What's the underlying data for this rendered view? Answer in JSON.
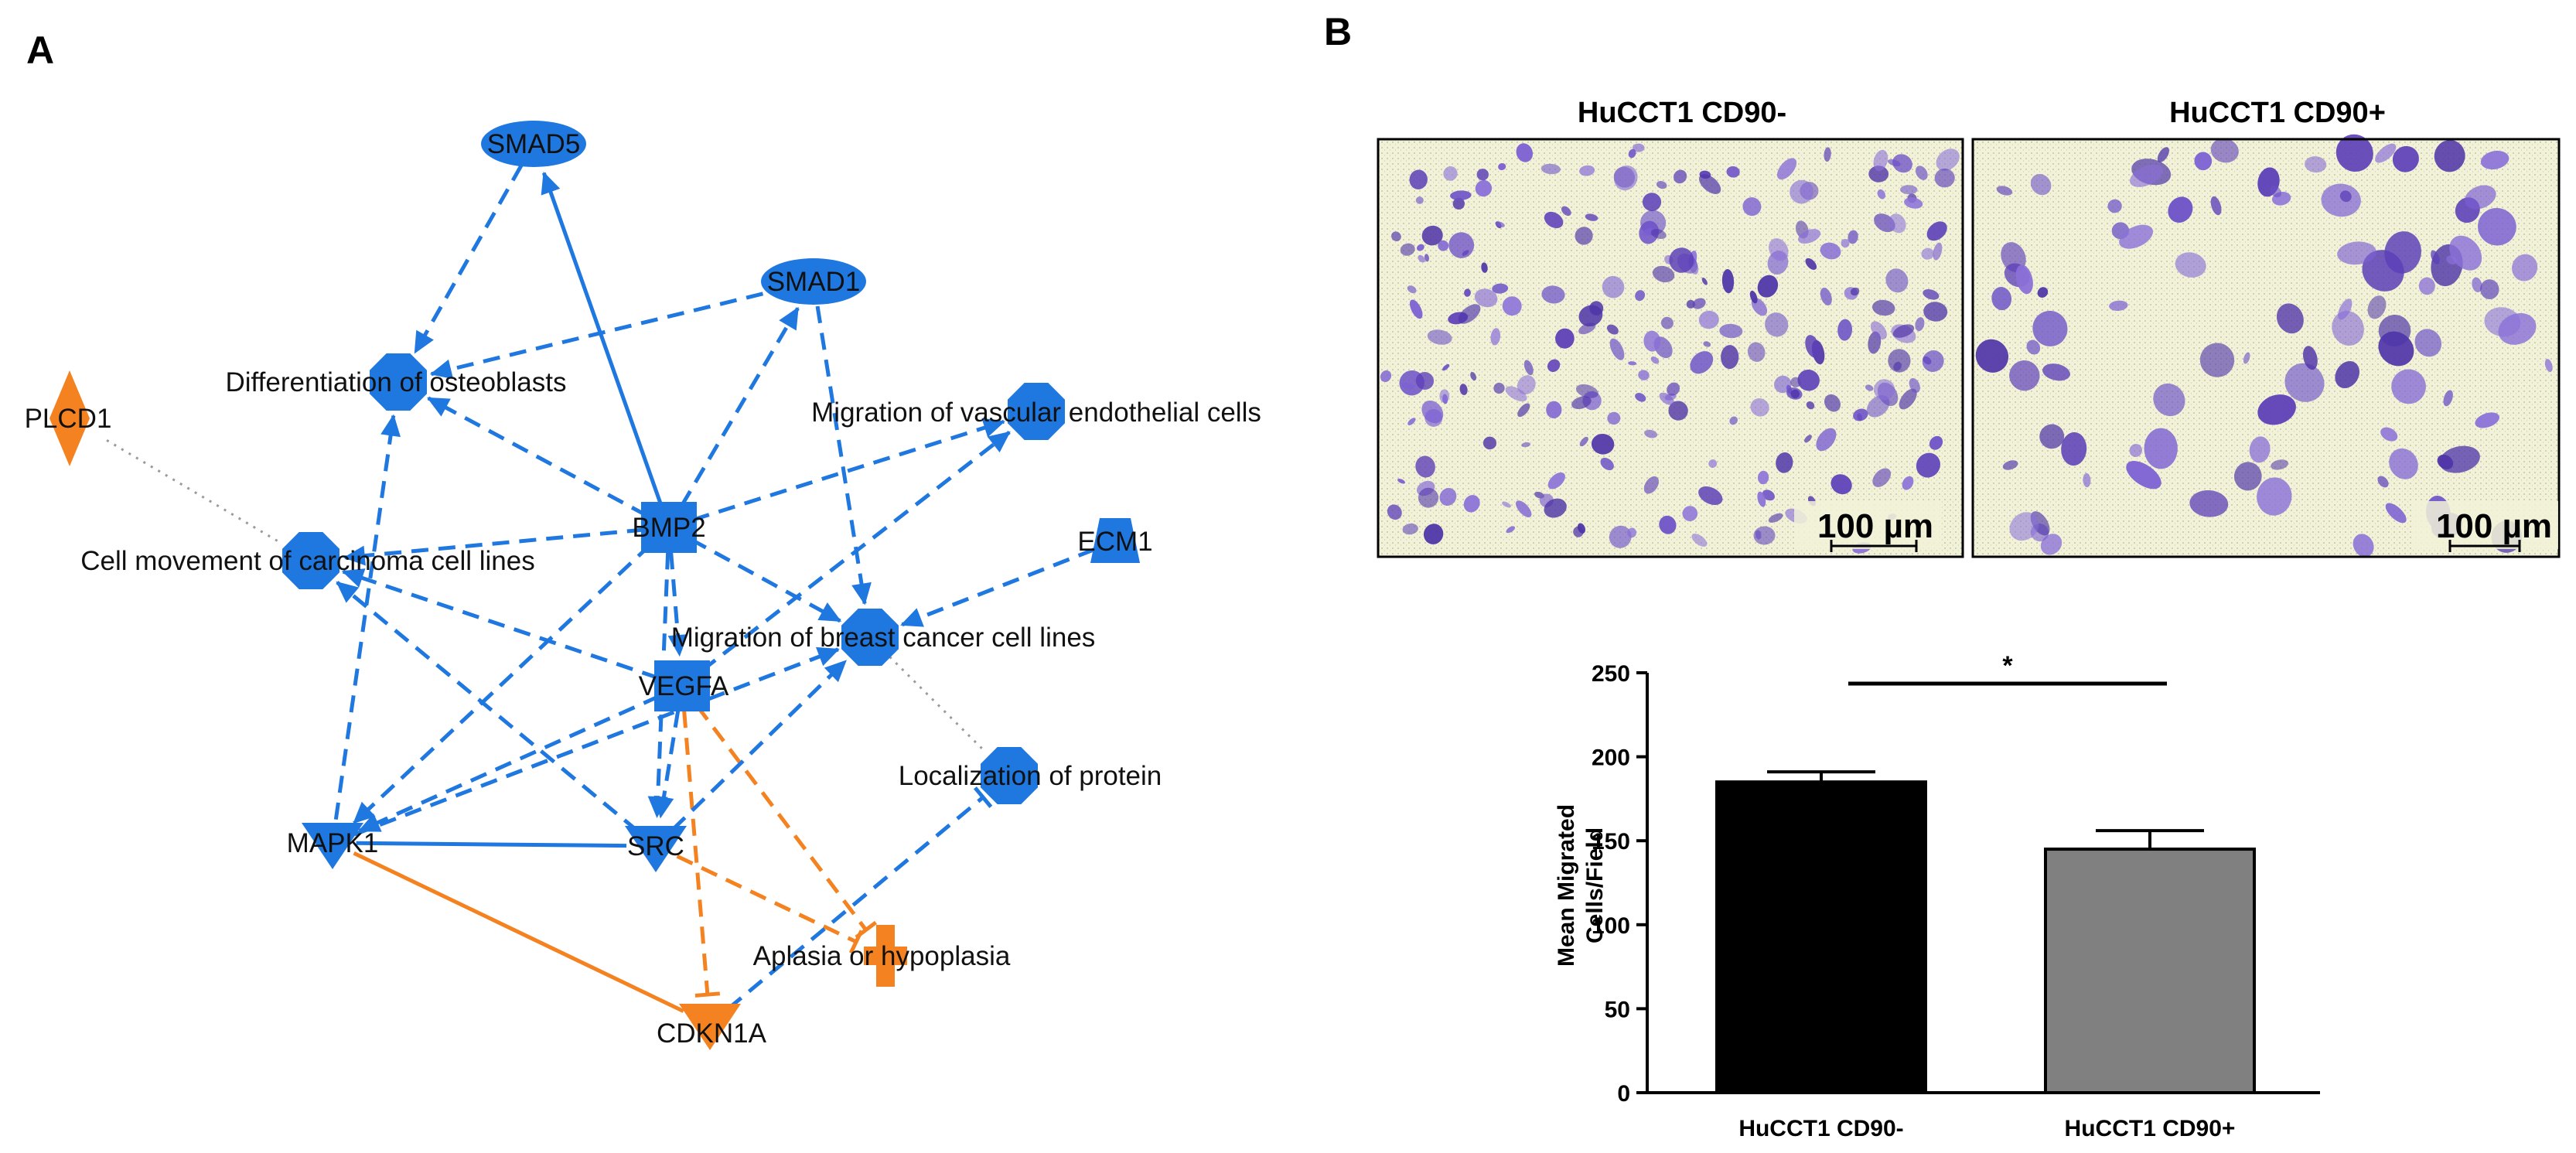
{
  "panels": {
    "a": "A",
    "b": "B"
  },
  "network": {
    "colors": {
      "blue": "#1f77e0",
      "orange": "#f58220",
      "grey": "#9a9a9a"
    },
    "nodes": [
      {
        "id": "smad5",
        "label": "SMAD5",
        "shape": "ellipse",
        "color": "blue"
      },
      {
        "id": "smad1",
        "label": "SMAD1",
        "shape": "ellipse",
        "color": "blue"
      },
      {
        "id": "diff",
        "label": "Differentiation of osteoblasts",
        "shape": "octagon",
        "color": "blue"
      },
      {
        "id": "plcd1",
        "label": "PLCD1",
        "shape": "diamond",
        "color": "orange"
      },
      {
        "id": "migvasc",
        "label": "Migration of vascular endothelial cells",
        "shape": "octagon",
        "color": "blue"
      },
      {
        "id": "bmp2",
        "label": "BMP2",
        "shape": "square",
        "color": "blue"
      },
      {
        "id": "ecm1",
        "label": "ECM1",
        "shape": "trapezoid",
        "color": "blue"
      },
      {
        "id": "cellmov",
        "label": "Cell movement of carcinoma cell lines",
        "shape": "octagon",
        "color": "blue"
      },
      {
        "id": "migbreast",
        "label": "Migration of breast cancer cell lines",
        "shape": "octagon",
        "color": "blue"
      },
      {
        "id": "vegfa",
        "label": "VEGFA",
        "shape": "square",
        "color": "blue"
      },
      {
        "id": "locprot",
        "label": "Localization of protein",
        "shape": "octagon",
        "color": "blue"
      },
      {
        "id": "mapk1",
        "label": "MAPK1",
        "shape": "triangle-down",
        "color": "blue"
      },
      {
        "id": "src",
        "label": "SRC",
        "shape": "triangle-down",
        "color": "blue"
      },
      {
        "id": "aplasia",
        "label": "Aplasia or hypoplasia",
        "shape": "cross",
        "color": "orange"
      },
      {
        "id": "cdkn1a",
        "label": "CDKN1A",
        "shape": "triangle-down",
        "color": "orange"
      }
    ],
    "edges": [
      {
        "from": "smad5",
        "to": "diff",
        "style": "dashed",
        "color": "blue",
        "end": "arrow"
      },
      {
        "from": "bmp2",
        "to": "smad5",
        "style": "solid",
        "color": "blue",
        "end": "arrow"
      },
      {
        "from": "smad1",
        "to": "diff",
        "style": "dashed",
        "color": "blue",
        "end": "arrow"
      },
      {
        "from": "bmp2",
        "to": "smad1",
        "style": "dashed",
        "color": "blue",
        "end": "arrow"
      },
      {
        "from": "smad1",
        "to": "migbreast",
        "style": "dashed",
        "color": "blue",
        "end": "arrow"
      },
      {
        "from": "bmp2",
        "to": "diff",
        "style": "dashed",
        "color": "blue",
        "end": "arrow"
      },
      {
        "from": "bmp2",
        "to": "migvasc",
        "style": "dashed",
        "color": "blue",
        "end": "arrow"
      },
      {
        "from": "bmp2",
        "to": "cellmov",
        "style": "dashed",
        "color": "blue",
        "end": "arrow"
      },
      {
        "from": "bmp2",
        "to": "migbreast",
        "style": "dashed",
        "color": "blue",
        "end": "arrow"
      },
      {
        "from": "bmp2",
        "to": "vegfa",
        "style": "dashed",
        "color": "blue",
        "end": "arrow"
      },
      {
        "from": "bmp2",
        "to": "mapk1",
        "style": "dashed",
        "color": "blue",
        "end": "arrow"
      },
      {
        "from": "bmp2",
        "to": "src",
        "style": "dashed",
        "color": "blue",
        "end": "arrow"
      },
      {
        "from": "ecm1",
        "to": "migbreast",
        "style": "dashed",
        "color": "blue",
        "end": "arrow"
      },
      {
        "from": "vegfa",
        "to": "migvasc",
        "style": "dashed",
        "color": "blue",
        "end": "arrow"
      },
      {
        "from": "vegfa",
        "to": "cellmov",
        "style": "dashed",
        "color": "blue",
        "end": "arrow"
      },
      {
        "from": "vegfa",
        "to": "mapk1",
        "style": "dashed",
        "color": "blue",
        "end": "arrow"
      },
      {
        "from": "vegfa",
        "to": "src",
        "style": "dashed",
        "color": "blue",
        "end": "arrow"
      },
      {
        "from": "vegfa",
        "to": "cdkn1a",
        "style": "dashed",
        "color": "orange",
        "end": "bar"
      },
      {
        "from": "vegfa",
        "to": "aplasia",
        "style": "dashed",
        "color": "orange",
        "end": "bar"
      },
      {
        "from": "mapk1",
        "to": "diff",
        "style": "dashed",
        "color": "blue",
        "end": "arrow"
      },
      {
        "from": "mapk1",
        "to": "migbreast",
        "style": "dashed",
        "color": "blue",
        "end": "arrow"
      },
      {
        "from": "mapk1",
        "to": "src",
        "style": "solid",
        "color": "blue",
        "end": "none"
      },
      {
        "from": "mapk1",
        "to": "cdkn1a",
        "style": "solid",
        "color": "orange",
        "end": "none"
      },
      {
        "from": "src",
        "to": "cellmov",
        "style": "dashed",
        "color": "blue",
        "end": "arrow"
      },
      {
        "from": "src",
        "to": "migbreast",
        "style": "dashed",
        "color": "blue",
        "end": "arrow"
      },
      {
        "from": "src",
        "to": "aplasia",
        "style": "dashed",
        "color": "orange",
        "end": "bar"
      },
      {
        "from": "cdkn1a",
        "to": "locprot",
        "style": "dashed",
        "color": "blue",
        "end": "bar"
      },
      {
        "from": "plcd1",
        "to": "cellmov",
        "style": "dotted",
        "color": "grey",
        "end": "none"
      },
      {
        "from": "migbreast",
        "to": "locprot",
        "style": "dotted",
        "color": "grey",
        "end": "none"
      }
    ]
  },
  "micrographs": [
    {
      "title": "HuCCT1 CD90-",
      "scale": "100 µm"
    },
    {
      "title": "HuCCT1 CD90+",
      "scale": "100 µm"
    }
  ],
  "chart_data": {
    "type": "bar",
    "categories": [
      "HuCCT1 CD90-",
      "HuCCT1 CD90+"
    ],
    "values": [
      185,
      145
    ],
    "errors": [
      6,
      11
    ],
    "colors": [
      "#000000",
      "#808080"
    ],
    "ylabel": [
      "Mean Migrated",
      "Cells/Field"
    ],
    "ylim": [
      0,
      250
    ],
    "yticks": [
      0,
      50,
      100,
      150,
      200,
      250
    ],
    "significance": "*"
  }
}
